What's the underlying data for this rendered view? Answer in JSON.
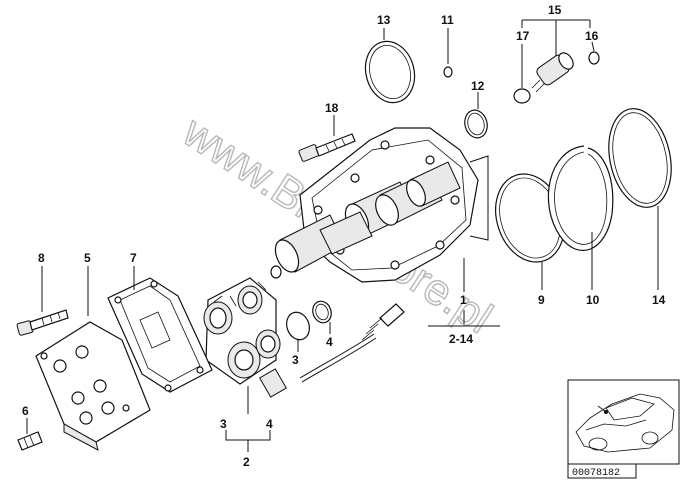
{
  "labels": {
    "l1": "1",
    "l2": "2",
    "l2_14": "2-14",
    "l3a": "3",
    "l3b": "3",
    "l4a": "4",
    "l4b": "4",
    "l5": "5",
    "l6": "6",
    "l7": "7",
    "l8": "8",
    "l9": "9",
    "l10": "10",
    "l11": "11",
    "l12": "12",
    "l13": "13",
    "l14": "14",
    "l15": "15",
    "l16": "16",
    "l17": "17",
    "l18": "18"
  },
  "watermark": "www.BMWstore.pl",
  "reference_code": "00078182",
  "icons": {
    "vehicle": "car-silhouette-icon"
  }
}
